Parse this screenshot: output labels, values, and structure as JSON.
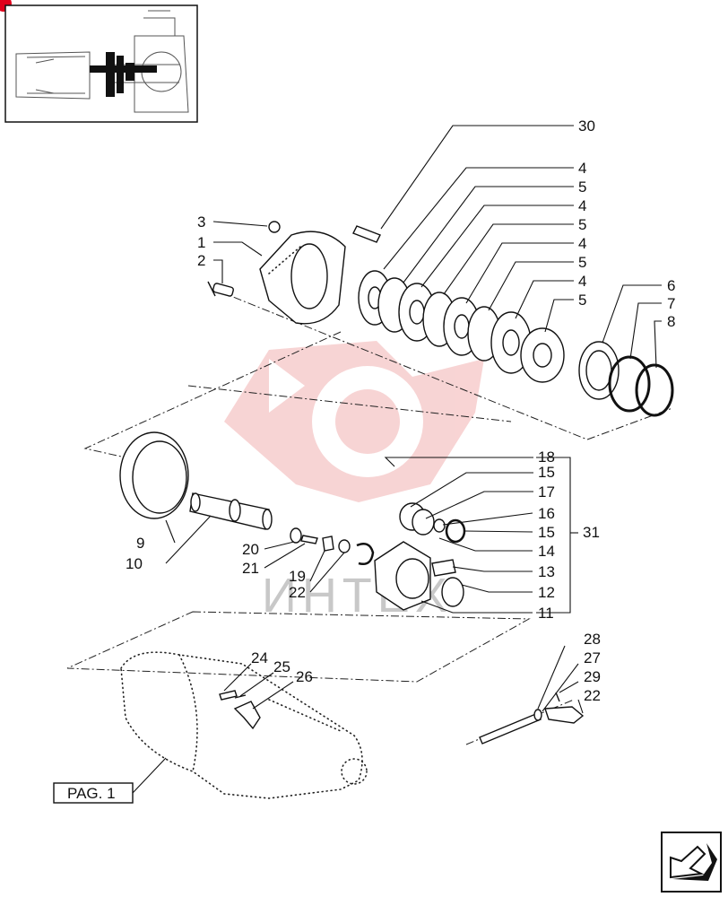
{
  "diagram": {
    "callouts": {
      "c30": "30",
      "c4a": "4",
      "c5a": "5",
      "c4b": "4",
      "c5b": "5",
      "c4c": "4",
      "c5c": "5",
      "c4d": "4",
      "c5d": "5",
      "c6": "6",
      "c7": "7",
      "c8": "8",
      "c3": "3",
      "c1": "1",
      "c2": "2",
      "c18": "18",
      "c15a": "15",
      "c17": "17",
      "c16": "16",
      "c15b": "15",
      "c31": "31",
      "c14": "14",
      "c13": "13",
      "c12": "12",
      "c11": "11",
      "c9": "9",
      "c10": "10",
      "c20": "20",
      "c21": "21",
      "c19": "19",
      "c22a": "22",
      "c24": "24",
      "c25": "25",
      "c26": "26",
      "c28": "28",
      "c27": "27",
      "c29": "29",
      "c22b": "22"
    },
    "page_reference": "PAG. 1",
    "watermark_text": "ИНТЕХ",
    "colors": {
      "line": "#111111",
      "watermark_logo": "#f2b1b1",
      "corner_badge": "#e0001b"
    }
  }
}
